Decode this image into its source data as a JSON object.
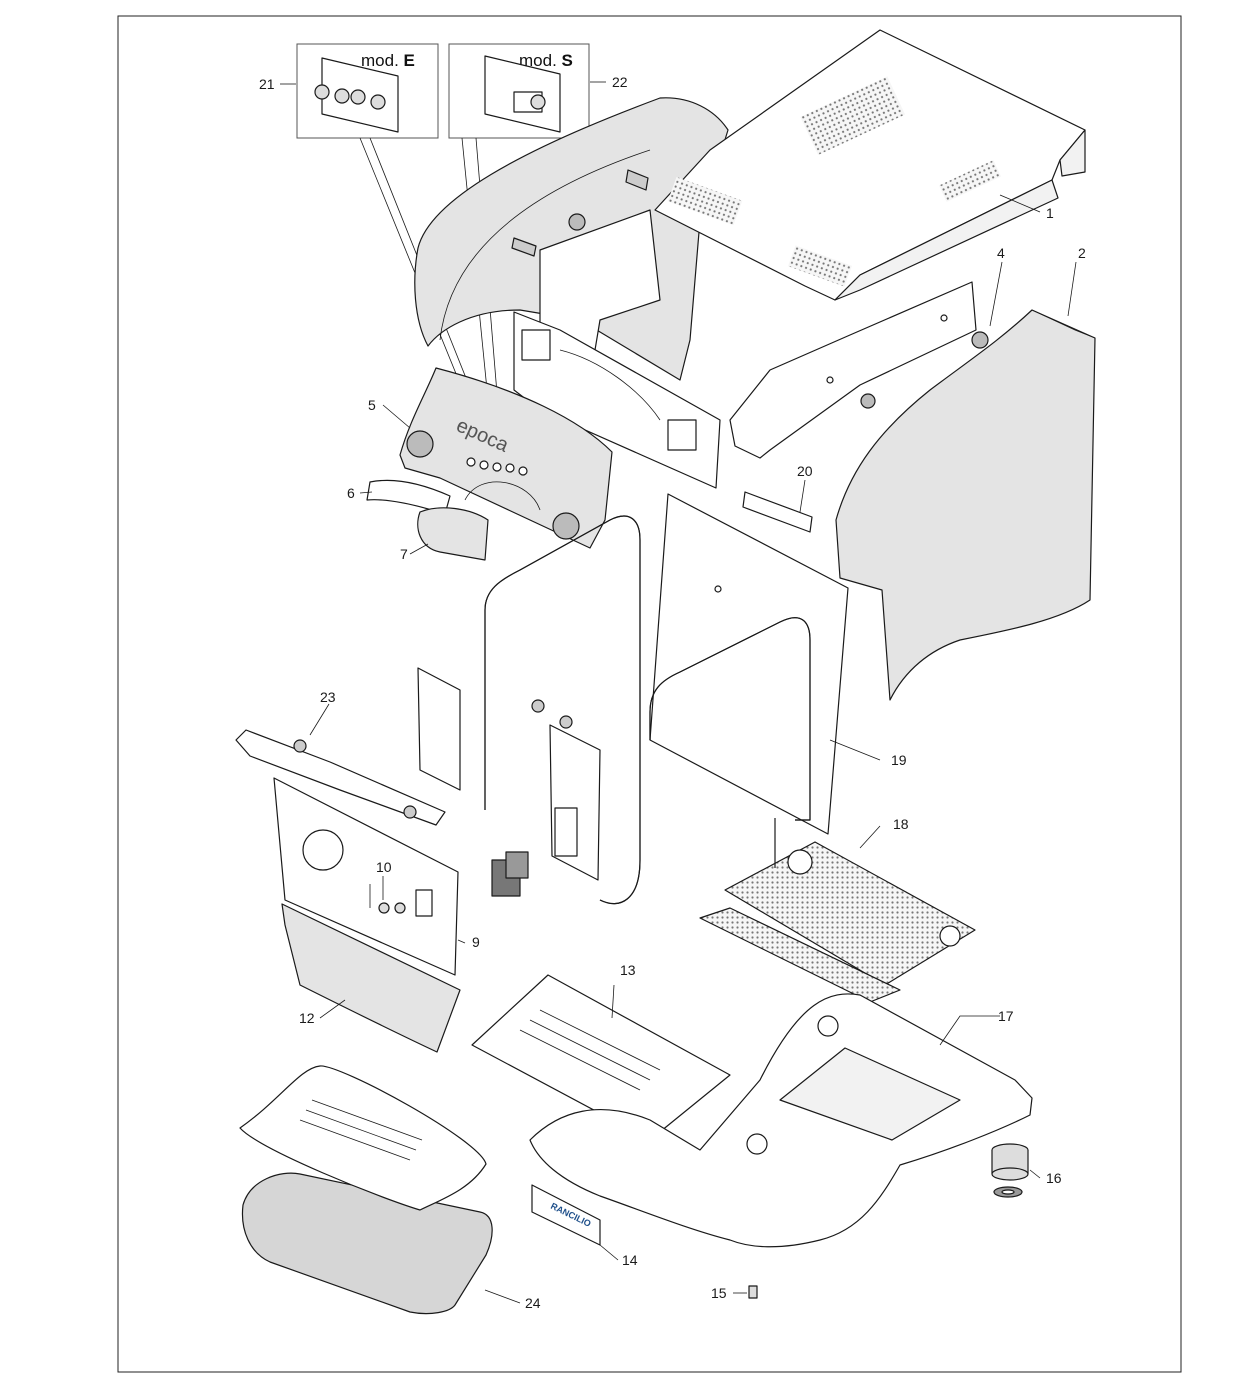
{
  "diagram": {
    "mod_boxes": {
      "e": {
        "prefix": "mod. ",
        "letter": "E"
      },
      "s": {
        "prefix": "mod. ",
        "letter": "S"
      }
    },
    "front_panel_text": "epoca",
    "badge_text": "RANCILIO",
    "callouts": [
      "1",
      "2",
      "4",
      "5",
      "6",
      "7",
      "9",
      "10",
      "12",
      "13",
      "14",
      "15",
      "16",
      "17",
      "18",
      "19",
      "20",
      "21",
      "22",
      "23",
      "24"
    ],
    "colors": {
      "line": "#1a1a1a",
      "panel_fill": "#e4e4e4",
      "light_fill": "#f2f2f2",
      "white": "#ffffff",
      "badge_blue": "#1e4f8a"
    }
  }
}
